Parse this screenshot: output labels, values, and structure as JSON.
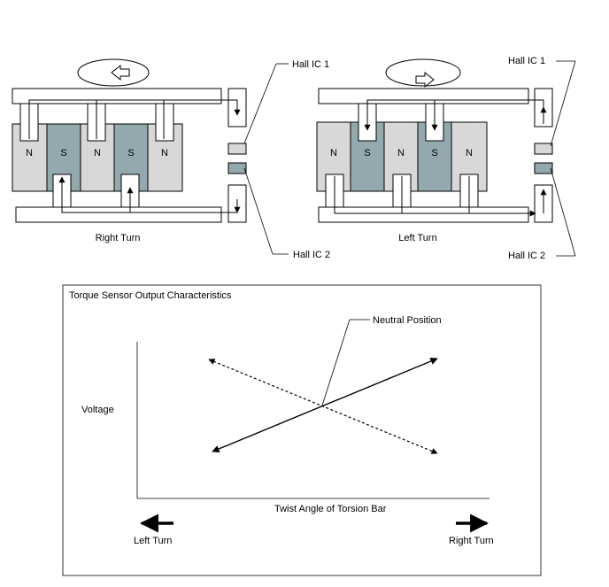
{
  "colors": {
    "north_fill": "#d8d8d8",
    "south_fill": "#93a9ad",
    "hall_ic1_fill": "#d8d8d8",
    "hall_ic2_fill": "#93a9ad",
    "frame_fill": "#ffffff",
    "line": "#000000"
  },
  "left_panel": {
    "caption": "Right Turn",
    "rotation_direction": "counter-clockwise",
    "magnet_poles": [
      "N",
      "S",
      "N",
      "S",
      "N"
    ],
    "hall_ic1_label": "Hall IC 1",
    "hall_ic2_label": "Hall IC 2"
  },
  "right_panel": {
    "caption": "Left Turn",
    "rotation_direction": "clockwise",
    "magnet_poles": [
      "N",
      "S",
      "N",
      "S",
      "N"
    ],
    "hall_ic1_label": "Hall IC 1",
    "hall_ic2_label": "Hall IC 2"
  },
  "characteristics": {
    "title": "Torque Sensor Output Characteristics",
    "neutral_label": "Neutral Position",
    "ylabel": "Voltage",
    "xlabel": "Twist Angle of Torsion Bar",
    "left_turn_label": "Left Turn",
    "right_turn_label": "Right Turn"
  }
}
